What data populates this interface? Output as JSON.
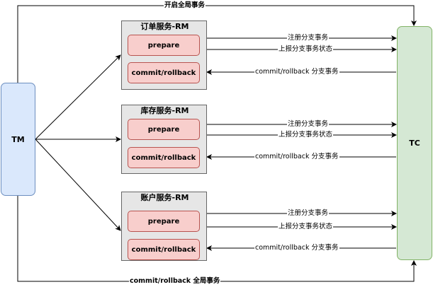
{
  "tm": {
    "label": "TM"
  },
  "tc": {
    "label": "TC"
  },
  "top_label": "开启全局事务",
  "bottom_label": "commit/rollback 全局事务",
  "rms": [
    {
      "title": "订单服务-RM",
      "prepare": "prepare",
      "commit": "commit/rollback",
      "register": "注册分支事务",
      "report": "上报分支事务状态",
      "branch": "commit/rollback 分支事务"
    },
    {
      "title": "库存服务-RM",
      "prepare": "prepare",
      "commit": "commit/rollback",
      "register": "注册分支事务",
      "report": "上报分支事务状态",
      "branch": "commit/rollback 分支事务"
    },
    {
      "title": "账户服务-RM",
      "prepare": "prepare",
      "commit": "commit/rollback",
      "register": "注册分支事务",
      "report": "上报分支事务状态",
      "branch": "commit/rollback 分支事务"
    }
  ]
}
